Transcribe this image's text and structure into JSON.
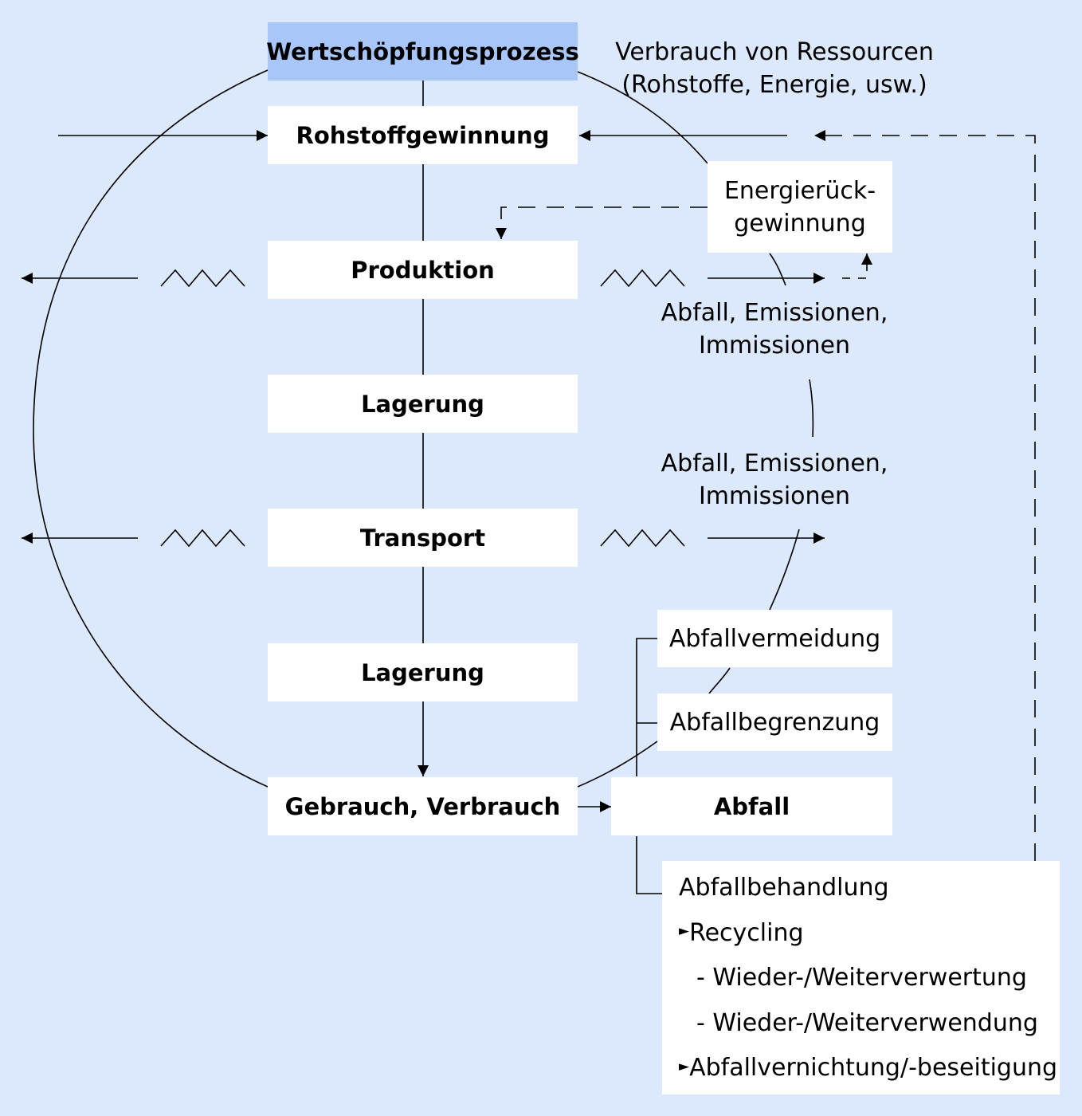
{
  "header": {
    "title": "Wertschöpfungsprozess"
  },
  "resources_label": {
    "line1": "Verbrauch von Ressourcen",
    "line2": "(Rohstoffe, Energie, usw.)"
  },
  "stages": [
    {
      "label": "Rohstoffgewinnung"
    },
    {
      "label": "Produktion"
    },
    {
      "label": "Lagerung"
    },
    {
      "label": "Transport"
    },
    {
      "label": "Lagerung"
    },
    {
      "label": "Gebrauch, Verbrauch"
    }
  ],
  "energy_recovery": {
    "line1": "Energierück-",
    "line2": "gewinnung"
  },
  "emissions_1": {
    "line1": "Abfall, Emissionen,",
    "line2": "Immissionen"
  },
  "emissions_2": {
    "line1": "Abfall, Emissionen,",
    "line2": "Immissionen"
  },
  "waste_avoidance": {
    "label": "Abfallvermeidung"
  },
  "waste_limitation": {
    "label": "Abfallbegrenzung"
  },
  "waste": {
    "label": "Abfall"
  },
  "waste_treatment": {
    "title": "Abfallbehandlung",
    "bullet_symbol": "►",
    "recycling": "Recycling",
    "sub_items": [
      "- Wieder-/Weiterverwertung",
      "- Wieder-/Weiterverwendung"
    ],
    "disposal": "Abfallvernichtung/-beseitigung"
  },
  "colors": {
    "background": "#dce8fc",
    "header_fill": "#a9c6f8",
    "box_fill": "#ffffff",
    "line": "#000000"
  }
}
